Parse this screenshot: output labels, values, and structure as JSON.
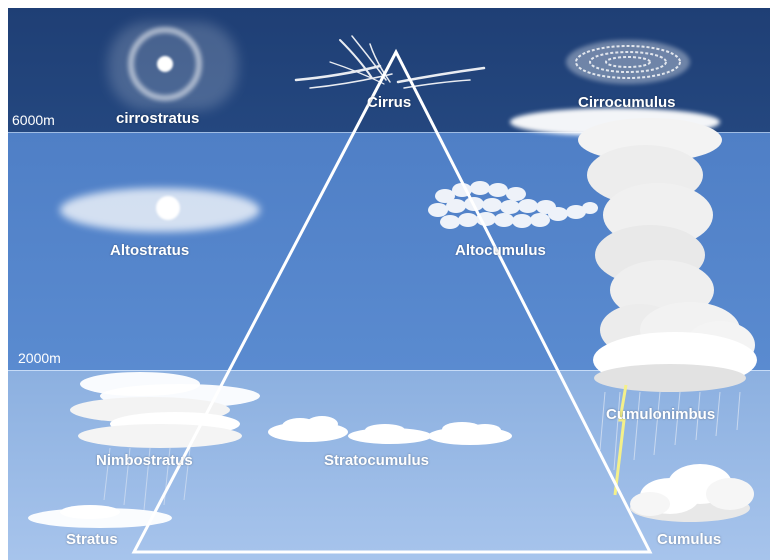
{
  "altitudes": {
    "high": "6000m",
    "low": "2000m"
  },
  "clouds": {
    "cirrostratus": "cirrostratus",
    "cirrus": "Cirrus",
    "cirrocumulus": "Cirrocumulus",
    "altostratus": "Altostratus",
    "altocumulus": "Altocumulus",
    "cumulonimbus": "Cumulonimbus",
    "nimbostratus": "Nimbostratus",
    "stratocumulus": "Stratocumulus",
    "stratus": "Stratus",
    "cumulus": "Cumulus"
  },
  "colors": {
    "high_band": "#22437b",
    "mid_band": "#5485cb",
    "low_band": "#99bbe6",
    "lightning": "#f4f08a"
  }
}
